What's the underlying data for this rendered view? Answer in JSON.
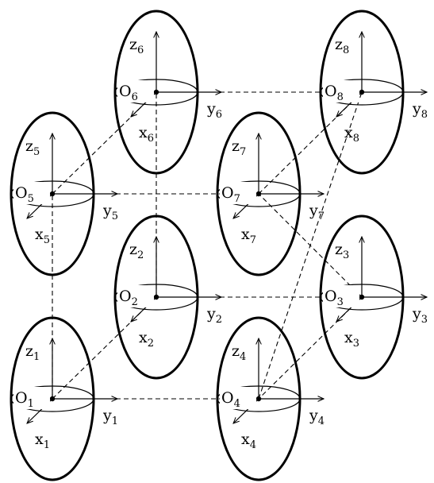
{
  "nodes": [
    {
      "id": 1,
      "origin": "O",
      "sub": "1",
      "x_axis": "x",
      "y_axis": "y",
      "z_axis": "z"
    },
    {
      "id": 2,
      "origin": "O",
      "sub": "2",
      "x_axis": "x",
      "y_axis": "y",
      "z_axis": "z"
    },
    {
      "id": 3,
      "origin": "O",
      "sub": "3",
      "x_axis": "x",
      "y_axis": "y",
      "z_axis": "z"
    },
    {
      "id": 4,
      "origin": "O",
      "sub": "4",
      "x_axis": "x",
      "y_axis": "y",
      "z_axis": "z"
    },
    {
      "id": 5,
      "origin": "O",
      "sub": "5",
      "x_axis": "x",
      "y_axis": "y",
      "z_axis": "z"
    },
    {
      "id": 6,
      "origin": "O",
      "sub": "6",
      "x_axis": "x",
      "y_axis": "y",
      "z_axis": "z"
    },
    {
      "id": 7,
      "origin": "O",
      "sub": "7",
      "x_axis": "x",
      "y_axis": "y",
      "z_axis": "z"
    },
    {
      "id": 8,
      "origin": "O",
      "sub": "8",
      "x_axis": "x",
      "y_axis": "y",
      "z_axis": "z"
    }
  ],
  "edges": [
    [
      1,
      2
    ],
    [
      1,
      4
    ],
    [
      1,
      5
    ],
    [
      2,
      3
    ],
    [
      2,
      6
    ],
    [
      3,
      4
    ],
    [
      3,
      7
    ],
    [
      4,
      8
    ],
    [
      5,
      6
    ],
    [
      5,
      7
    ],
    [
      6,
      8
    ],
    [
      7,
      8
    ]
  ],
  "colors": {
    "stroke": "#000000",
    "background": "#ffffff"
  }
}
